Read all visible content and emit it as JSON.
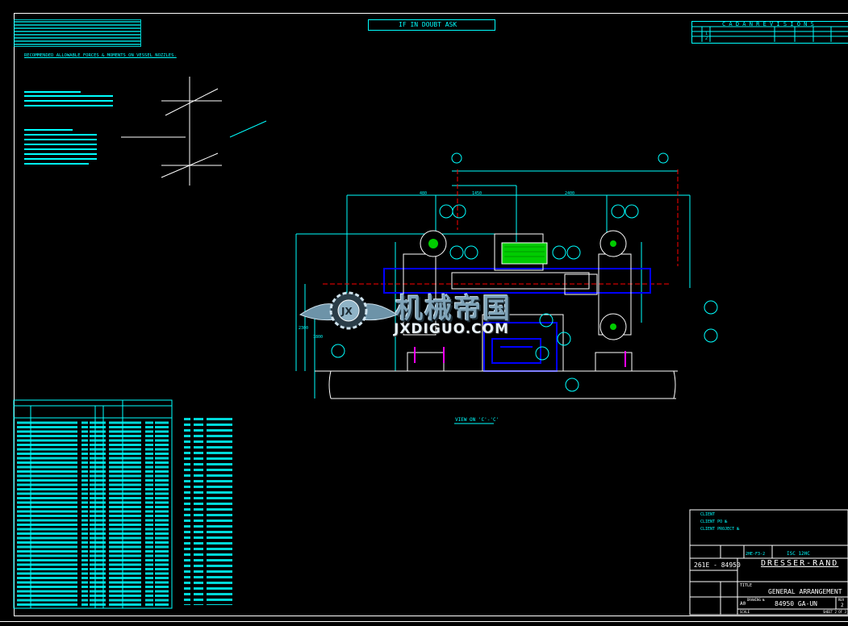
{
  "header": {
    "notice": "IF IN DOUBT ASK"
  },
  "notes": {
    "nozzle_title": "RECOMMENDED ALLOWABLE FORCES & MOMENTS ON VESSEL NOZZLES."
  },
  "revisions": {
    "title": "C A D A N   R E V I S I O N S",
    "rows": [
      "1",
      "2"
    ]
  },
  "main_view": {
    "view_label": "VIEW ON 'C'-'C'",
    "dimension_2400": "2400",
    "dimension_1450": "1450",
    "dimension_480": "480",
    "dimension_2300": "2300",
    "dimension_1800": "1800"
  },
  "watermark": {
    "chinese": "机械帝国",
    "english": "JXDIGUO.COM"
  },
  "title_block": {
    "client_label": "CLIENT",
    "client_po_label": "CLIENT PO №",
    "client_project_label": "CLIENT PROJECT №",
    "drawing_number": "261E - 84950",
    "company": "DRESSER-RAND",
    "title_label": "TITLE",
    "title": "GENERAL ARRANGEMENT",
    "drawing_no_label": "DRAWING №",
    "drawing_no": "84950 GA-UN",
    "rev_label": "REV",
    "rev": "2",
    "size": "A0",
    "scale_label": "SCALE",
    "sheet": "SHEET 2 OF 3",
    "type": "2HE-F3-2",
    "cards_to": "ISC 12HC"
  },
  "colors": {
    "background": "#000000",
    "lines": "#00ffff",
    "frame": "#ffffff",
    "machine_blue": "#0000ff",
    "centerline_red": "#ff0000",
    "cooler_green": "#00ff00"
  }
}
